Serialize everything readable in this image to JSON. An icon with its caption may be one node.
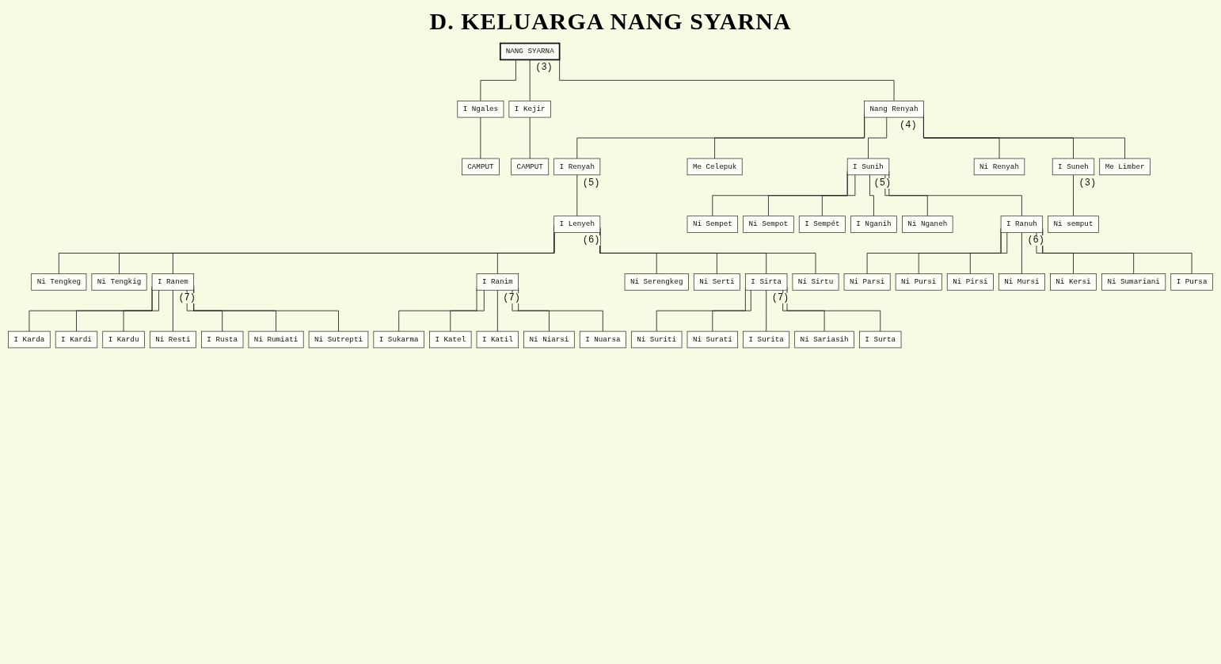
{
  "diagram": {
    "title": "D. KELUARGA NANG SYARNA",
    "nodes": [
      {
        "text": [
          "NANG SYARNA"
        ],
        "beside": [
          "(3)"
        ]
      },
      {
        "text": [
          "I Ngales"
        ]
      },
      {
        "text": [
          "Nang Renyah"
        ],
        "beside": [
          "(4)"
        ]
      },
      {
        "text": [
          "I Kejir"
        ]
      },
      {
        "text": [
          "CAMPUT"
        ]
      },
      {
        "text": [
          "CAMPUT"
        ]
      },
      {
        "text": [
          "I Renyah"
        ],
        "beside": [
          "(5)"
        ]
      },
      {
        "text": [
          "Me Celepuk"
        ]
      },
      {
        "text": [
          "I Sunih"
        ],
        "beside": [
          "(5)"
        ]
      },
      {
        "text": [
          "Ni Renyah"
        ]
      },
      {
        "text": [
          "I Suneh"
        ],
        "beside": [
          "(3)"
        ]
      },
      {
        "text": [
          "Me Limber"
        ]
      },
      {
        "text": [
          "I Lenyeh"
        ],
        "beside": [
          "(6)"
        ]
      },
      {
        "text": [
          "Ni Sempet"
        ]
      },
      {
        "text": [
          "Ni Sempot"
        ]
      },
      {
        "text": [
          "I Sempét"
        ]
      },
      {
        "text": [
          "I Nganih"
        ]
      },
      {
        "text": [
          "Ni Nganeh"
        ]
      },
      {
        "text": [
          "I Ranuh"
        ],
        "beside": [
          "(6)"
        ]
      },
      {
        "text": [
          "Ni semput"
        ]
      },
      {
        "text": [
          "Ni Tengkeg"
        ]
      },
      {
        "text": [
          "Ni Tengkig"
        ]
      },
      {
        "text": [
          "I Ranem"
        ],
        "beside": [
          "(7)"
        ]
      },
      {
        "text": [
          "I Ranim"
        ],
        "beside": [
          "(7)"
        ]
      },
      {
        "text": [
          "Ni Serengkeg"
        ]
      },
      {
        "text": [
          "Ni Serti"
        ]
      },
      {
        "text": [
          "I Sirta"
        ],
        "beside": [
          "(7)"
        ]
      },
      {
        "text": [
          "Ni Sirtu"
        ]
      },
      {
        "text": [
          "Ni Parsi"
        ]
      },
      {
        "text": [
          "Ni Pursi"
        ]
      },
      {
        "text": [
          "Ni Pirsi"
        ]
      },
      {
        "text": [
          "Ni Mursi"
        ]
      },
      {
        "text": [
          "Ni Kersi"
        ]
      },
      {
        "text": [
          "Ni Sumariani"
        ]
      },
      {
        "text": [
          "I Pursa"
        ]
      },
      {
        "text": [
          "Ni Suriti"
        ]
      },
      {
        "text": [
          "Ni Surati"
        ]
      },
      {
        "text": [
          "I Surita"
        ]
      },
      {
        "text": [
          "Ni Sariasih"
        ]
      },
      {
        "text": [
          "I Surta"
        ]
      },
      {
        "text": [
          "I Sukarma"
        ]
      },
      {
        "text": [
          "I Katel"
        ]
      },
      {
        "text": [
          "I Katil"
        ]
      },
      {
        "text": [
          "Ni Niarsi"
        ]
      },
      {
        "text": [
          "I Nuarsa"
        ]
      },
      {
        "text": [
          "I Karda"
        ]
      },
      {
        "text": [
          "I Kardi"
        ]
      },
      {
        "text": [
          "I Kardu"
        ]
      },
      {
        "text": [
          "Ni Resti"
        ]
      },
      {
        "text": [
          "I Rusta"
        ]
      },
      {
        "text": [
          "Ni Rumiati"
        ]
      },
      {
        "text": [
          "Ni Sutrepti"
        ]
      }
    ],
    "edges": [
      {
        "from": 0,
        "to": 1,
        "arrow": "none"
      },
      {
        "from": 0,
        "to": 2,
        "arrow": "none"
      },
      {
        "from": 0,
        "to": 3,
        "arrow": "none"
      },
      {
        "from": 1,
        "to": 4,
        "arrow": "none"
      },
      {
        "from": 3,
        "to": 5,
        "arrow": "none"
      },
      {
        "from": 2,
        "to": 6,
        "arrow": "none"
      },
      {
        "from": 2,
        "to": 7,
        "arrow": "none"
      },
      {
        "from": 2,
        "to": 8,
        "arrow": "none"
      },
      {
        "from": 2,
        "to": 9,
        "arrow": "none"
      },
      {
        "from": 2,
        "to": 10,
        "arrow": "none"
      },
      {
        "from": 2,
        "to": 11,
        "arrow": "none"
      },
      {
        "from": 6,
        "to": 12,
        "arrow": "none"
      },
      {
        "from": 8,
        "to": 13,
        "arrow": "none"
      },
      {
        "from": 8,
        "to": 14,
        "arrow": "none"
      },
      {
        "from": 8,
        "to": 15,
        "arrow": "none"
      },
      {
        "from": 8,
        "to": 16,
        "arrow": "none"
      },
      {
        "from": 8,
        "to": 17,
        "arrow": "none"
      },
      {
        "from": 8,
        "to": 18,
        "arrow": "none"
      },
      {
        "from": 10,
        "to": 19,
        "arrow": "none"
      },
      {
        "from": 12,
        "to": 20,
        "arrow": "none"
      },
      {
        "from": 12,
        "to": 21,
        "arrow": "none"
      },
      {
        "from": 12,
        "to": 22,
        "arrow": "none"
      },
      {
        "from": 12,
        "to": 23,
        "arrow": "none"
      },
      {
        "from": 12,
        "to": 24,
        "arrow": "none"
      },
      {
        "from": 12,
        "to": 25,
        "arrow": "none"
      },
      {
        "from": 12,
        "to": 26,
        "arrow": "none"
      },
      {
        "from": 12,
        "to": 27,
        "arrow": "none"
      },
      {
        "from": 18,
        "to": 28,
        "arrow": "none"
      },
      {
        "from": 18,
        "to": 29,
        "arrow": "none"
      },
      {
        "from": 18,
        "to": 30,
        "arrow": "none"
      },
      {
        "from": 18,
        "to": 31,
        "arrow": "none"
      },
      {
        "from": 18,
        "to": 32,
        "arrow": "none"
      },
      {
        "from": 18,
        "to": 33,
        "arrow": "none"
      },
      {
        "from": 18,
        "to": 34,
        "arrow": "none"
      },
      {
        "from": 26,
        "to": 35,
        "arrow": "none"
      },
      {
        "from": 26,
        "to": 36,
        "arrow": "none"
      },
      {
        "from": 26,
        "to": 37,
        "arrow": "none"
      },
      {
        "from": 26,
        "to": 38,
        "arrow": "none"
      },
      {
        "from": 26,
        "to": 39,
        "arrow": "none"
      },
      {
        "from": 23,
        "to": 40,
        "arrow": "none"
      },
      {
        "from": 23,
        "to": 41,
        "arrow": "none"
      },
      {
        "from": 23,
        "to": 42,
        "arrow": "none"
      },
      {
        "from": 23,
        "to": 43,
        "arrow": "none"
      },
      {
        "from": 23,
        "to": 44,
        "arrow": "none"
      },
      {
        "from": 22,
        "to": 45,
        "arrow": "none"
      },
      {
        "from": 22,
        "to": 46,
        "arrow": "none"
      },
      {
        "from": 22,
        "to": 47,
        "arrow": "none"
      },
      {
        "from": 22,
        "to": 48,
        "arrow": "none"
      },
      {
        "from": 22,
        "to": 49,
        "arrow": "none"
      },
      {
        "from": 22,
        "to": 50,
        "arrow": "none"
      },
      {
        "from": 22,
        "to": 51,
        "arrow": "none"
      }
    ]
  }
}
